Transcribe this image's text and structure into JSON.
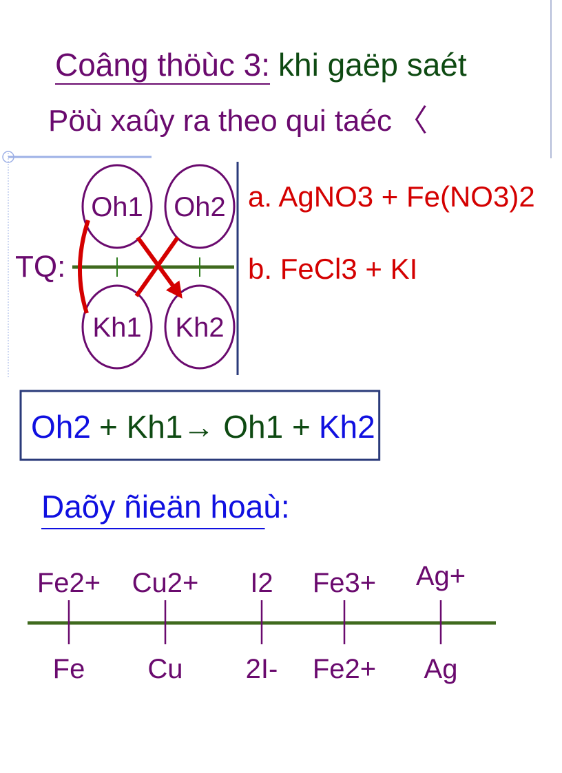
{
  "title": {
    "part1": "Coâng thöùc 3:",
    "part2": "khi gaëp saét"
  },
  "subtitle": {
    "text": "Pöù xaûy ra theo qui taéc",
    "symbol": "〈"
  },
  "diagram": {
    "tq_label": "TQ:",
    "circles": [
      "Oh1",
      "Oh2",
      "Kh1",
      "Kh2"
    ],
    "reaction_a": "a. AgNO3 + Fe(NO3)2",
    "reaction_b": "b. FeCl3 + KI"
  },
  "rule_box": {
    "oh2": "Oh2",
    "middle": "+ Kh1→ Oh1 +",
    "kh2": "Kh2"
  },
  "series_heading": "Daõy ñieän hoaù:",
  "series": {
    "oxidized": [
      "Fe2+",
      "Cu2+",
      "I2",
      "Fe3+",
      "Ag+"
    ],
    "reduced": [
      "Fe",
      "Cu",
      "2I-",
      "Fe2+",
      "Ag"
    ]
  },
  "colors": {
    "purple": "#6a0a6e",
    "green": "#0e4a12",
    "red": "#d40000",
    "blue": "#1010e0",
    "frame": "#2a3a7a"
  }
}
